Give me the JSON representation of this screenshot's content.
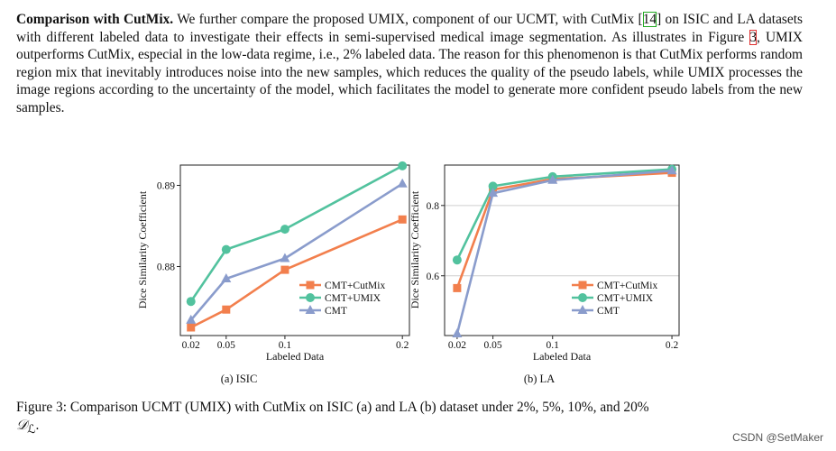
{
  "paragraph": {
    "heading": "Comparison with CutMix.",
    "s1a": " We further compare the proposed UMIX, component of our UCMT, with CutMix ",
    "s1_cite_open": "[",
    "s1_cite": "14",
    "s1_cite_close": "]",
    "s1b": " on ISIC and LA datasets with different labeled data to investigate their effects in semi-supervised medical image segmentation. As illustrates in Figure ",
    "s1_figref": "3",
    "s1c": ", UMIX outperforms CutMix, especial in the low-data regime, i.e., 2% labeled data. The reason for this phenomenon is that CutMix performs random region mix that inevitably introduces noise into the new samples, which reduces the quality of the pseudo labels, while UMIX processes the image regions according to the uncertainty of the model, which facilitates the model to generate more confident pseudo labels from the new samples."
  },
  "colors": {
    "cutmix": "#f27f4d",
    "umix": "#52c29e",
    "cmt": "#8a9ccc"
  },
  "chart_data": [
    {
      "type": "line",
      "subtitle": "(a) ISIC",
      "xlabel": "Labeled Data",
      "ylabel": "Dice Similarity Coefficient",
      "x": [
        0.02,
        0.05,
        0.1,
        0.2
      ],
      "x_ticks": [
        "0.02",
        "0.05",
        "0.1",
        "0.2"
      ],
      "y_ticks": [
        "0.88",
        "0.89"
      ],
      "ylim": [
        0.8715,
        0.8925
      ],
      "grid": false,
      "legend_position": "lower-right",
      "series": [
        {
          "name": "CMT+CutMix",
          "marker": "square",
          "values": [
            0.8725,
            0.8747,
            0.8796,
            0.8858
          ]
        },
        {
          "name": "CMT+UMIX",
          "marker": "circle",
          "values": [
            0.8757,
            0.8821,
            0.8846,
            0.8924
          ]
        },
        {
          "name": "CMT",
          "marker": "triangle",
          "values": [
            0.8734,
            0.8785,
            0.881,
            0.8902
          ]
        }
      ]
    },
    {
      "type": "line",
      "subtitle": "(b) LA",
      "xlabel": "Labeled Data",
      "ylabel": "Dice Similarity Coefficient",
      "x": [
        0.02,
        0.05,
        0.1,
        0.2
      ],
      "x_ticks": [
        "0.02",
        "0.05",
        "0.1",
        "0.2"
      ],
      "y_ticks": [
        "0.6",
        "0.8"
      ],
      "ylim": [
        0.43,
        0.915
      ],
      "grid": true,
      "legend_position": "lower-right",
      "series": [
        {
          "name": "CMT+CutMix",
          "marker": "square",
          "values": [
            0.565,
            0.845,
            0.875,
            0.893
          ]
        },
        {
          "name": "CMT+UMIX",
          "marker": "circle",
          "values": [
            0.645,
            0.855,
            0.882,
            0.903
          ]
        },
        {
          "name": "CMT",
          "marker": "triangle",
          "values": [
            0.435,
            0.835,
            0.872,
            0.899
          ]
        }
      ]
    }
  ],
  "caption": {
    "text": "Figure 3: Comparison UCMT (UMIX) with CutMix on ISIC (a) and LA (b) dataset under 2%, 5%, 10%, and 20%",
    "symbol": "𝒟",
    "symbol_sub": "ℒ",
    "tail": "."
  },
  "watermark": "CSDN @SetMaker"
}
